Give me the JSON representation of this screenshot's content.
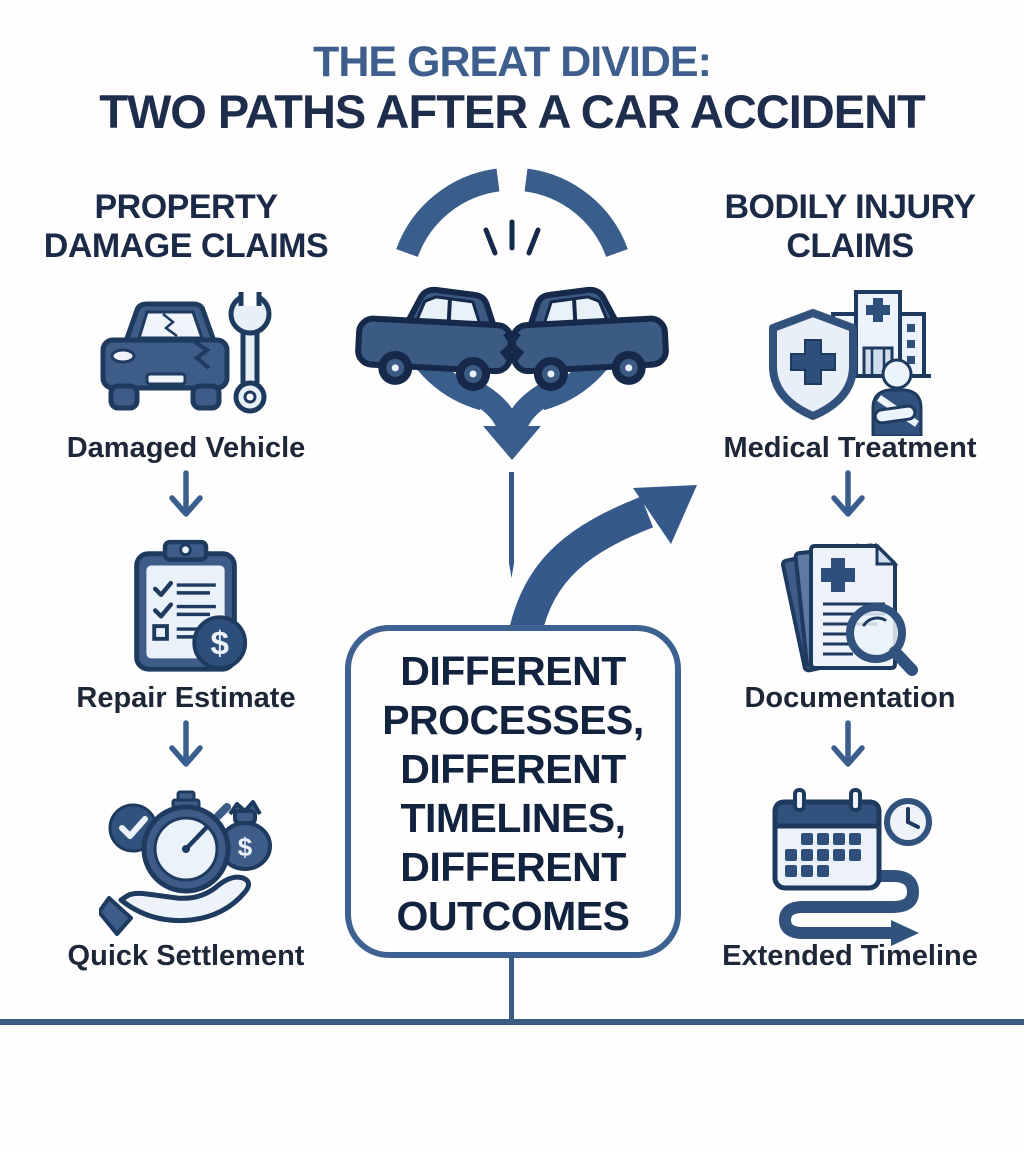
{
  "title": {
    "line1": "THE GREAT DIVIDE:",
    "line2": "TWO PATHS AFTER A CAR ACCIDENT"
  },
  "center": {
    "collision_icon": "car-collision-circle-icon",
    "branch_arrow_icon": "branch-arrow-icon",
    "down_arrow_icon": "down-arrow-icon",
    "box_lines": [
      "DIFFERENT",
      "PROCESSES,",
      "DIFFERENT",
      "TIMELINES,",
      "DIFFERENT",
      "OUTCOMES"
    ]
  },
  "left_column": {
    "header": [
      "PROPERTY",
      "DAMAGE CLAIMS"
    ],
    "steps": [
      {
        "icon": "damaged-vehicle-icon",
        "label": "Damaged Vehicle"
      },
      {
        "icon": "repair-estimate-icon",
        "label": "Repair Estimate"
      },
      {
        "icon": "quick-settlement-icon",
        "label": "Quick Settlement"
      }
    ]
  },
  "right_column": {
    "header": [
      "BODILY INJURY",
      "CLAIMS"
    ],
    "steps": [
      {
        "icon": "medical-treatment-icon",
        "label": "Medical Treatment"
      },
      {
        "icon": "documentation-icon",
        "label": "Documentation"
      },
      {
        "icon": "extended-timeline-icon",
        "label": "Extended Timeline"
      }
    ]
  },
  "colors": {
    "title_primary": "#3e5e8e",
    "title_secondary": "#1e2d4b",
    "header_text": "#1b2b47",
    "label_text": "#1d2737",
    "icon_slate_blue": "#3d5c88",
    "icon_dark_navy": "#1e3a5e",
    "icon_light_fill": "#eaf1f8",
    "icon_badge_blue": "#2e4e7c",
    "arrow_blue": "#3a5f8e",
    "box_border": "#3d6191",
    "box_text": "#12233f",
    "divider_line": "#3a5c82",
    "background": "#fefefe"
  }
}
